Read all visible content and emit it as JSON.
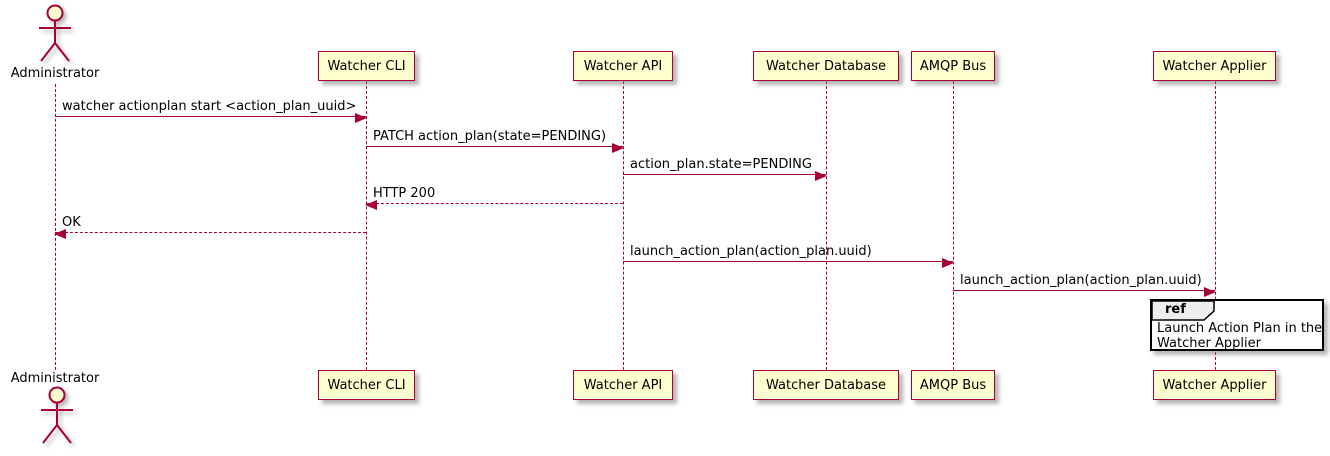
{
  "diagram": {
    "type": "sequence",
    "colors": {
      "participant_fill": "#FEFECE",
      "line": "#A80036",
      "text": "#000000",
      "ref_border": "#000000",
      "ref_header_fill": "#EEEEEE",
      "background": "#FFFFFF"
    },
    "actor": {
      "label": "Administrator"
    },
    "participants": [
      {
        "label": "Watcher CLI"
      },
      {
        "label": "Watcher API"
      },
      {
        "label": "Watcher Database"
      },
      {
        "label": "AMQP Bus"
      },
      {
        "label": "Watcher Applier"
      }
    ],
    "messages": [
      {
        "label": "watcher actionplan start <action_plan_uuid>",
        "from": "Administrator",
        "to": "Watcher CLI",
        "style": "solid"
      },
      {
        "label": "PATCH action_plan(state=PENDING)",
        "from": "Watcher CLI",
        "to": "Watcher API",
        "style": "solid"
      },
      {
        "label": "action_plan.state=PENDING",
        "from": "Watcher API",
        "to": "Watcher Database",
        "style": "solid"
      },
      {
        "label": "HTTP 200",
        "from": "Watcher API",
        "to": "Watcher CLI",
        "style": "dashed"
      },
      {
        "label": "OK",
        "from": "Watcher CLI",
        "to": "Administrator",
        "style": "dashed"
      },
      {
        "label": "launch_action_plan(action_plan.uuid)",
        "from": "Watcher API",
        "to": "AMQP Bus",
        "style": "solid"
      },
      {
        "label": "launch_action_plan(action_plan.uuid)",
        "from": "AMQP Bus",
        "to": "Watcher Applier",
        "style": "solid"
      }
    ],
    "ref": {
      "keyword": "ref",
      "text_line1": "Launch Action Plan in the",
      "text_line2": "Watcher Applier"
    }
  }
}
